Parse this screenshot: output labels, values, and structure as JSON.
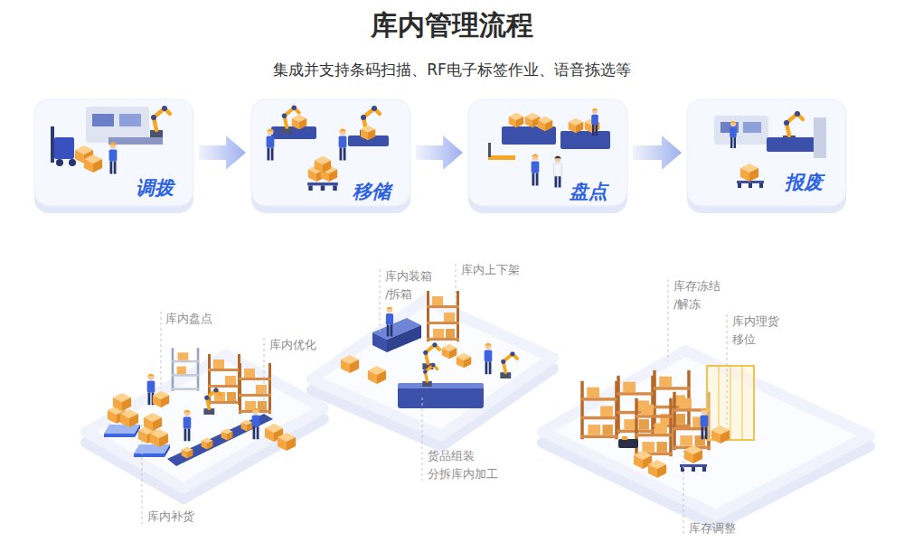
{
  "diagram": {
    "title": "库内管理流程",
    "nodes": [
      {
        "text": [
          "调拨"
        ]
      },
      {
        "text": [
          "移储"
        ]
      },
      {
        "text": [
          "盘点"
        ]
      },
      {
        "text": [
          "报废"
        ]
      }
    ],
    "edges": [
      {
        "from": 0,
        "to": 1,
        "arrow": "to"
      },
      {
        "from": 1,
        "to": 2,
        "arrow": "to"
      },
      {
        "from": 2,
        "to": 3,
        "arrow": "to"
      }
    ],
    "labels": [
      "集成并支持条码扫描、RF电子标签作业、语音拣选等",
      "库内盘点",
      "库内优化",
      "库内补货",
      "库内装箱 /拆箱",
      "库内上下架",
      "货品组装 分拆库内加工",
      "库存冻结 /解冻",
      "库内理货 移位",
      "库存调整"
    ]
  }
}
